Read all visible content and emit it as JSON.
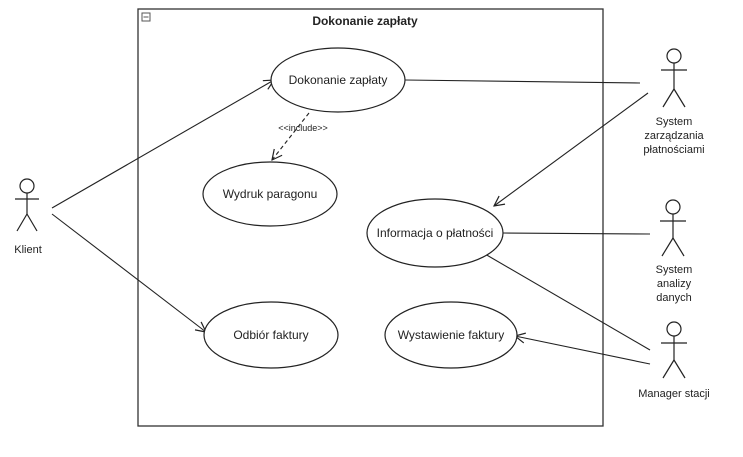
{
  "diagram": {
    "title": "Dokonanie zapłaty",
    "use_cases": {
      "dokonanie_zaplaty": "Dokonanie zapłaty",
      "wydruk_paragonu": "Wydruk paragonu",
      "informacja_o_platnosci": "Informacja o płatności",
      "odbior_faktury": "Odbiór faktury",
      "wystawienie_faktury": "Wystawienie faktury"
    },
    "actors": {
      "klient": [
        "Klient"
      ],
      "system_platnosci": [
        "System",
        "zarządzania",
        "płatnościami"
      ],
      "system_analizy": [
        "System",
        "analizy",
        "danych"
      ],
      "manager": [
        "Manager stacji"
      ]
    },
    "include_label": "<<include>>"
  }
}
